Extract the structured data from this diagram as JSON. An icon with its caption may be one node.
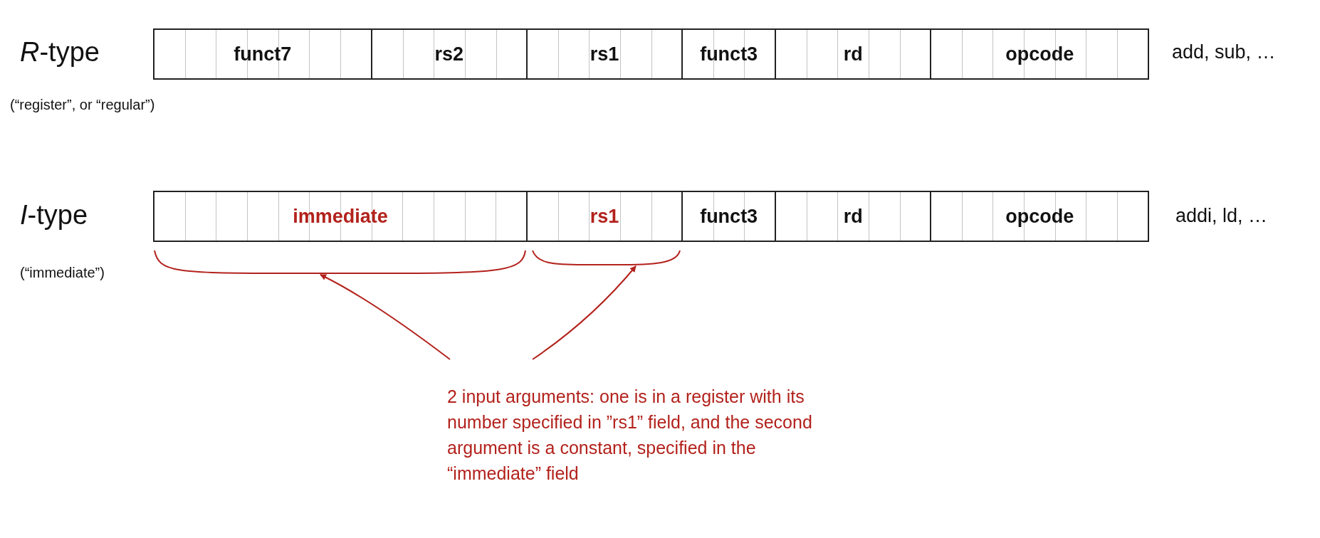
{
  "diagram": {
    "nodes": [
      {
        "text": [
          "funct7"
        ]
      },
      {
        "text": [
          "rs2"
        ]
      },
      {
        "text": [
          "rs1"
        ]
      },
      {
        "text": [
          "funct3"
        ]
      },
      {
        "text": [
          "rd"
        ]
      },
      {
        "text": [
          "opcode"
        ]
      },
      {
        "text": [
          "immediate"
        ]
      },
      {
        "text": [
          "rs1"
        ]
      },
      {
        "text": [
          "funct3"
        ]
      },
      {
        "text": [
          "rd"
        ]
      },
      {
        "text": [
          "opcode"
        ]
      },
      {
        "text": [],
        "shape": "brace"
      },
      {
        "text": [],
        "shape": "brace"
      },
      {
        "text": [
          "2 input arguments: one is in a register with its number specified in ”rs1” field, and the second argument is a constant, specified in the “immediate” field"
        ]
      }
    ],
    "edges": [
      {
        "from": 13,
        "to": 11,
        "arrow": "to"
      },
      {
        "from": 13,
        "to": 12,
        "arrow": "to"
      }
    ],
    "labels": [
      "*R*-type",
      "add, sub, …",
      "(“register”, or “regular”)",
      "*I*-type",
      "addi, ld, …",
      "(“immediate”)"
    ]
  }
}
